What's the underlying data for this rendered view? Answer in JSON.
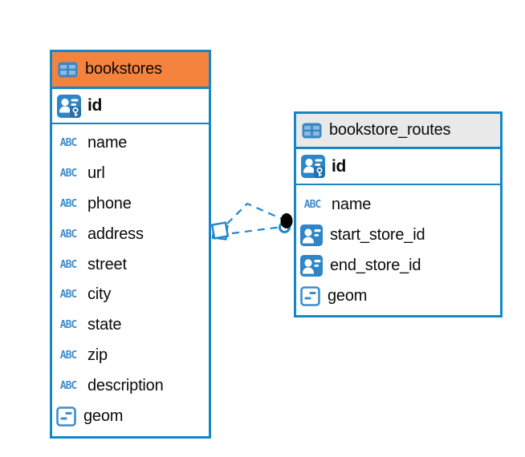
{
  "diagram": {
    "kind": "entity-relationship-diagram",
    "background_color": "#ffffff",
    "accent_blue": "#1587C9",
    "icon_glyphs": {
      "text_type": "ABC"
    },
    "tables": [
      {
        "name": "bookstores",
        "header_color": "#F5823D",
        "primary_key": {
          "name": "id"
        },
        "columns": [
          {
            "name": "name",
            "kind": "text"
          },
          {
            "name": "url",
            "kind": "text"
          },
          {
            "name": "phone",
            "kind": "text"
          },
          {
            "name": "address",
            "kind": "text"
          },
          {
            "name": "street",
            "kind": "text"
          },
          {
            "name": "city",
            "kind": "text"
          },
          {
            "name": "state",
            "kind": "text"
          },
          {
            "name": "zip",
            "kind": "text"
          },
          {
            "name": "description",
            "kind": "text"
          },
          {
            "name": "geom",
            "kind": "geometry"
          }
        ]
      },
      {
        "name": "bookstore_routes",
        "header_color": "#E9E9E9",
        "primary_key": {
          "name": "id"
        },
        "columns": [
          {
            "name": "name",
            "kind": "text"
          },
          {
            "name": "start_store_id",
            "kind": "fk"
          },
          {
            "name": "end_store_id",
            "kind": "fk"
          },
          {
            "name": "geom",
            "kind": "geometry"
          }
        ]
      }
    ],
    "relationship": {
      "from_table": "bookstore_routes",
      "to_table": "bookstores",
      "line_style": "dashed",
      "line_color": "#1E88CB"
    }
  }
}
